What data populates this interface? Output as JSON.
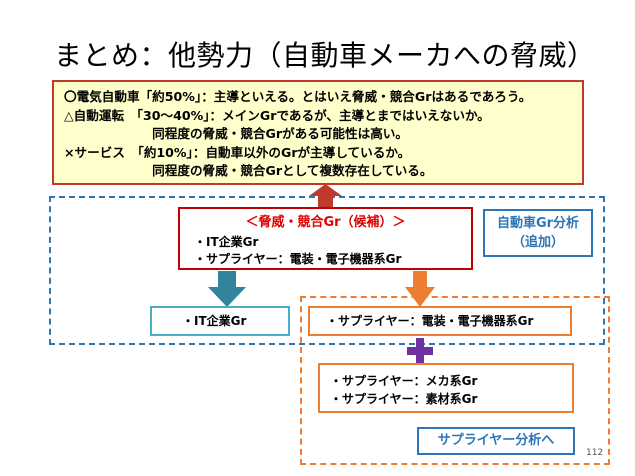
{
  "title": "まとめ：他勢力（自動車メーカへの脅威）",
  "summary": {
    "lines": [
      "〇電気自動車「約50%」：主導といえる。とはいえ脅威・競合Grはあるであろう。",
      "△自動運転　「30～40%」：メインGrであるが、主導とまではいえないか。",
      "　　　　　　　同程度の脅威・競合Grがある可能性は高い。",
      "×サービス　「約10%」：自動車以外のGrが主導しているか。",
      "　　　　　　　同程度の脅威・競合Grとして複数存在している。"
    ]
  },
  "candidate": {
    "heading": "＜脅威・競合Gr（候補）＞",
    "items": [
      "・IT企業Gr",
      "・サプライヤー：電装・電子機器系Gr"
    ]
  },
  "analysis_box": {
    "line1": "自動車Gr分析",
    "line2": "（追加）"
  },
  "it_box": "・IT企業Gr",
  "supplier_box": "・サプライヤー：電装・電子機器系Gr",
  "other_suppliers": [
    "・サプライヤー：メカ系Gr",
    "・サプライヤー：素材系Gr"
  ],
  "supplier_analysis": "サプライヤー分析へ",
  "page_number": "112",
  "colors": {
    "red_border": "#c0392b",
    "summary_fill": "#ffffcc",
    "blue": "#2e75b6",
    "orange": "#ed7d31",
    "teal": "#4bacc6",
    "purple": "#7030a0"
  }
}
